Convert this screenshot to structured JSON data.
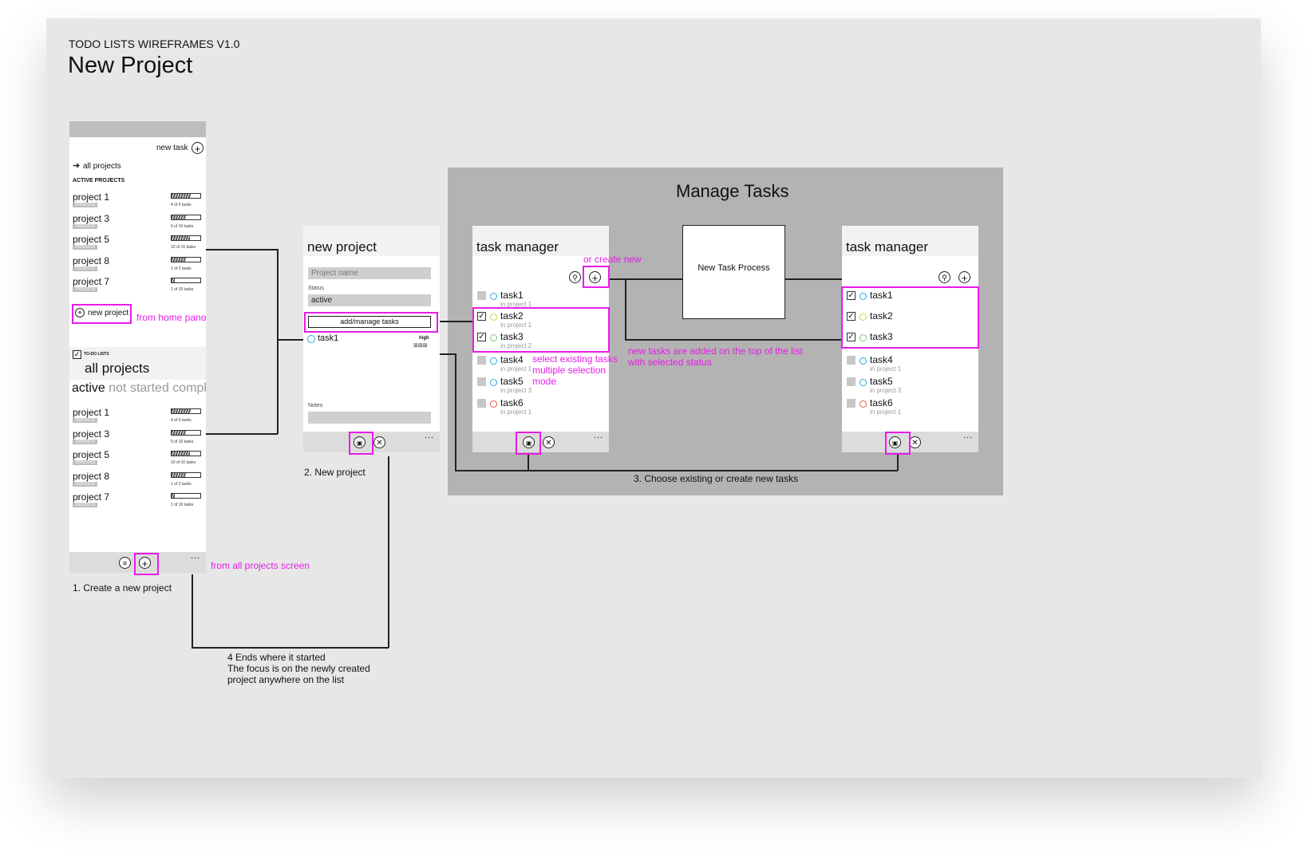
{
  "doc": {
    "subtitle": "TODO LISTS WIREFRAMES V1.0",
    "title": "New Project"
  },
  "screen1": {
    "new_task": "new task",
    "all_projects_link": "all projects",
    "section_header": "ACTIVE PROJECTS",
    "projects": [
      {
        "name": "project 1",
        "date": "2005/02/19",
        "progress": 0.67,
        "count": "4 of 6 tasks"
      },
      {
        "name": "project 3",
        "date": "2005/02/19",
        "progress": 0.5,
        "count": "5 of 10 tasks"
      },
      {
        "name": "project 5",
        "date": "2005/02/19",
        "progress": 0.63,
        "count": "10 of 16 tasks"
      },
      {
        "name": "project 8",
        "date": "2005/02/19",
        "progress": 0.5,
        "count": "1 of 2 tasks"
      },
      {
        "name": "project 7",
        "date": "2005/02/19",
        "progress": 0.1,
        "count": "1 of 10 tasks"
      }
    ],
    "new_project_button": "new project",
    "note_home": "from home pano",
    "app_label": "TO-DO LISTS",
    "heading": "all projects",
    "pivot": {
      "active": "active",
      "rest": "not started compl"
    },
    "projects2": [
      {
        "name": "project 1",
        "date": "2005/02/19",
        "progress": 0.67,
        "count": "4 of 6 tasks"
      },
      {
        "name": "project 3",
        "date": "2005/02/19",
        "progress": 0.5,
        "count": "5 of 10 tasks"
      },
      {
        "name": "project 5",
        "date": "2005/02/19",
        "progress": 0.63,
        "count": "10 of 16 tasks"
      },
      {
        "name": "project 8",
        "date": "2005/02/19",
        "progress": 0.5,
        "count": "1 of 2 tasks"
      },
      {
        "name": "project 7",
        "date": "2005/02/19",
        "progress": 0.1,
        "count": "1 of 10 tasks"
      }
    ],
    "note_all": "from all projects screen",
    "caption": "1. Create a new project",
    "dots": "..."
  },
  "screen2": {
    "title": "new project",
    "name_placeholder": "Project name",
    "status_label": "Status",
    "status_value": "active",
    "manage_button": "add/manage tasks",
    "task": "task1",
    "priority": "high",
    "notes_label": "Notes",
    "caption": "2. New project",
    "dots": "..."
  },
  "manage": {
    "title": "Manage Tasks",
    "new_task_process": "New Task Process",
    "caption": "3. Choose existing or create new tasks",
    "note_create": "or create new",
    "note_select": [
      "select existing tasks",
      "multiple selection",
      "mode"
    ],
    "note_added": [
      "new tasks are added on the top of the list",
      "with selected status"
    ]
  },
  "tm1": {
    "title": "task manager",
    "dots": "...",
    "tasks": [
      {
        "name": "task1",
        "project": "in project 1",
        "checked": false,
        "color": "#2aa8d8"
      },
      {
        "name": "task2",
        "project": "in project 1",
        "checked": true,
        "color": "#c8d84a"
      },
      {
        "name": "task3",
        "project": "in project 2",
        "checked": true,
        "color": "#7ac87a"
      },
      {
        "name": "task4",
        "project": "in project 1",
        "checked": false,
        "color": "#2aa8d8"
      },
      {
        "name": "task5",
        "project": "in project 3",
        "checked": false,
        "color": "#2aa8d8"
      },
      {
        "name": "task6",
        "project": "in project 1",
        "checked": false,
        "color": "#e0604a"
      }
    ]
  },
  "tm2": {
    "title": "task manager",
    "dots": "...",
    "tasks": [
      {
        "name": "task1",
        "project": "",
        "checked": true,
        "color": "#2aa8d8"
      },
      {
        "name": "task2",
        "project": "",
        "checked": true,
        "color": "#c8d84a"
      },
      {
        "name": "task3",
        "project": "",
        "checked": true,
        "color": "#7ac87a"
      },
      {
        "name": "task4",
        "project": "in project 1",
        "checked": false,
        "color": "#2aa8d8"
      },
      {
        "name": "task5",
        "project": "in project 3",
        "checked": false,
        "color": "#2aa8d8"
      },
      {
        "name": "task6",
        "project": "in project 1",
        "checked": false,
        "color": "#e0604a"
      }
    ]
  },
  "step4": {
    "lines": [
      "4 Ends where it started",
      "The focus is on the newly created",
      "project anywhere on the list"
    ]
  },
  "colors": {
    "highlight": "#e81ce8",
    "board": "#e7e7e7",
    "manage_bg": "#b3b3b3"
  }
}
